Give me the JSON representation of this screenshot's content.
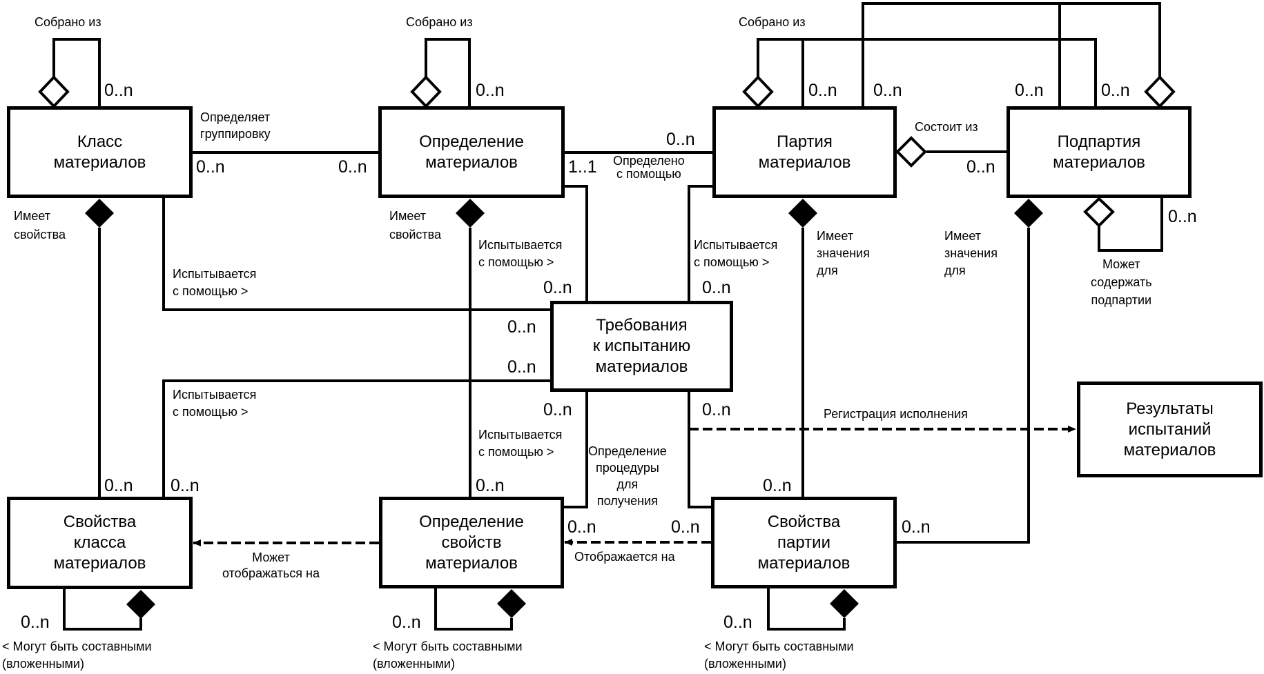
{
  "entities": {
    "material_class": "Класс\nматериалов",
    "material_definition": "Определение\nматериалов",
    "material_lot": "Партия\nматериалов",
    "material_sublot": "Подпартия\nматериалов",
    "test_spec": "Требования\nк испытанию\nматериалов",
    "test_result": "Результаты\nиспытаний\nматериалов",
    "class_property": "Свойства\nкласса\nматериалов",
    "definition_property": "Определение\nсвойств\nматериалов",
    "lot_property": "Свойства\nпартии\nматериалов"
  },
  "labels": {
    "assembled_from": "Собрано из",
    "defines_grouping": "Определяет\nгруппировку",
    "defined_by": "Определено\nс помощью",
    "consists_of": "Состоит из",
    "has_properties": "Имеет\nсвойства",
    "tested_by": "Испытывается\nс помощью >",
    "has_values_for": "Имеет\nзначения\nдля",
    "may_contain_sublots": "Может\nсодержать\nподпартии",
    "execution_record": "Регистрация исполнения",
    "procedure_definition": "Определение\nпроцедуры\nдля\nполучения",
    "maps_to": "Отображается на",
    "may_map_to": "Может\nотображаться на",
    "may_be_nested": "< Могут быть составными\n(вложенными)"
  },
  "multiplicity": {
    "many": "0..n",
    "one": "1..1"
  }
}
